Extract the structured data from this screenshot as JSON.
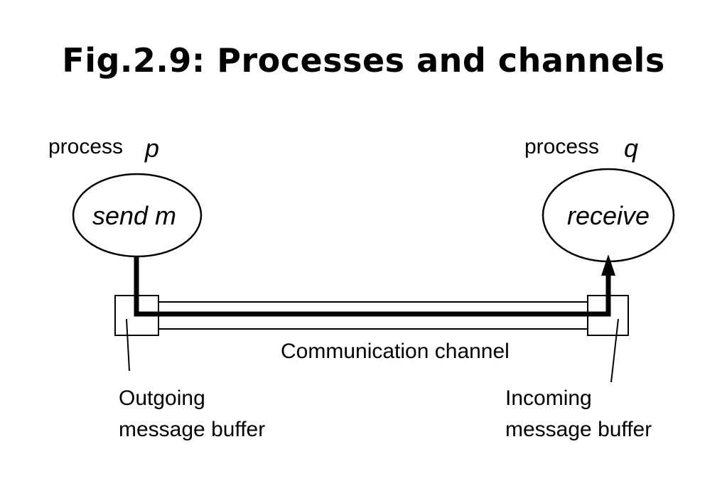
{
  "title": "Fig.2.9: Processes and channels",
  "process_p": {
    "label_word": "process",
    "label_name": "p",
    "action": "send m"
  },
  "process_q": {
    "label_word": "process",
    "label_name": "q",
    "action": "receive"
  },
  "channel": {
    "label": "Communication channel"
  },
  "outgoing_buffer": {
    "line1": "Outgoing",
    "line2": "message buffer"
  },
  "incoming_buffer": {
    "line1": "Incoming",
    "line2": "message buffer"
  }
}
